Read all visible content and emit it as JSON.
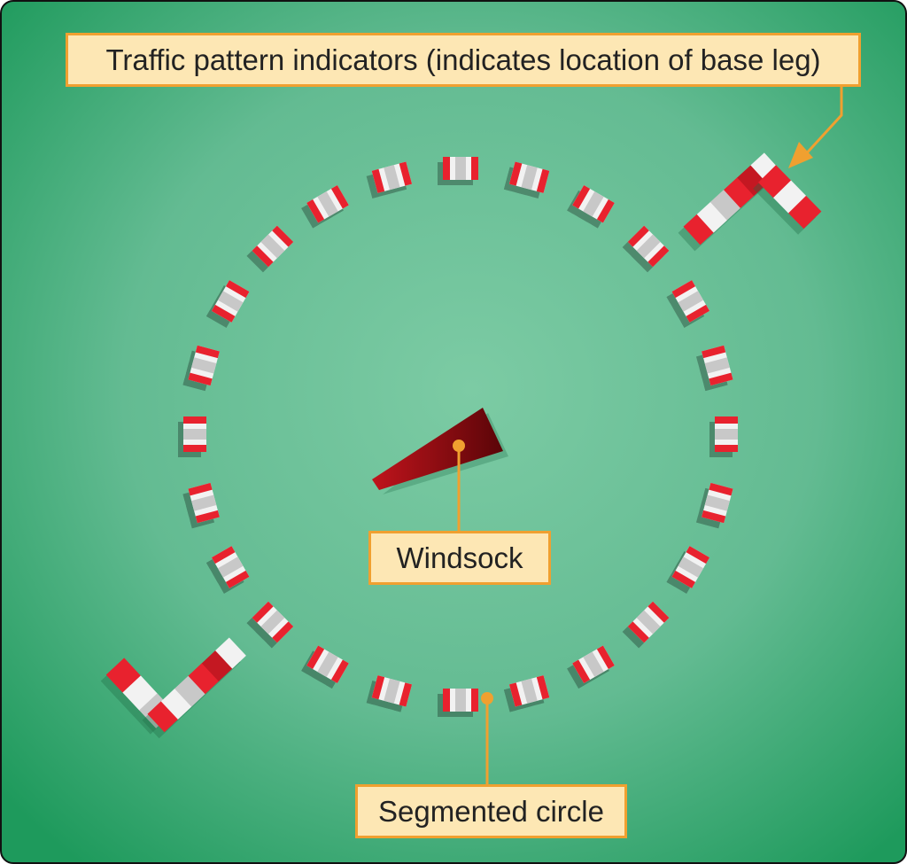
{
  "labels": {
    "traffic_pattern": "Traffic pattern indicators (indicates location of base leg)",
    "windsock": "Windsock",
    "segmented_circle": "Segmented circle"
  },
  "colors": {
    "background_center": "#7ccba4",
    "background_edge": "#1e9a5c",
    "segment_red": "#e8222e",
    "segment_white": "#f2f2f2",
    "segment_gray": "#c8c8c8",
    "windsock": "#a80f15",
    "callout_fill": "#fde7b4",
    "callout_border": "#f0a030",
    "leader_line": "#f0a030"
  },
  "icons": {
    "windsock": "windsock-icon",
    "segment": "segment-marker",
    "traffic_indicator": "l-shaped-indicator"
  }
}
